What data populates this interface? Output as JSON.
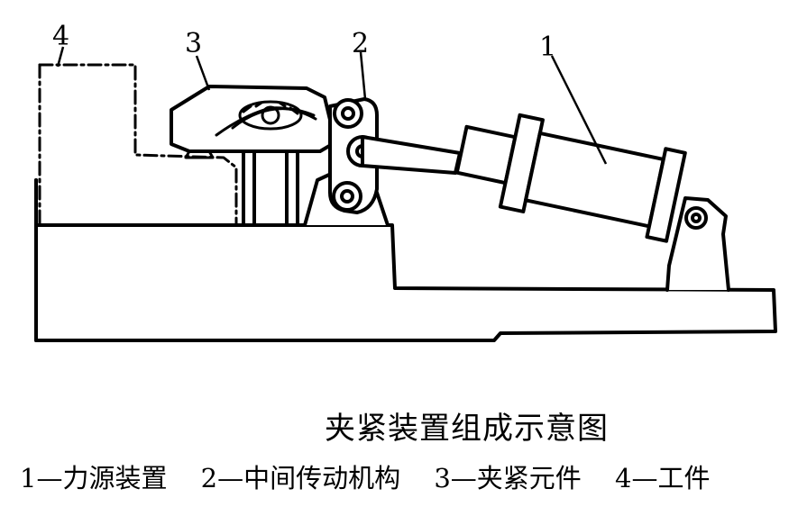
{
  "callouts": [
    "1",
    "2",
    "3",
    "4"
  ],
  "caption": {
    "title": "夹紧装置组成示意图",
    "legend": [
      "1—力源装置",
      "2—中间传动机构",
      "3—夹紧元件",
      "4—工件"
    ]
  },
  "colors": {
    "ink": "#000000",
    "paper": "#ffffff"
  }
}
